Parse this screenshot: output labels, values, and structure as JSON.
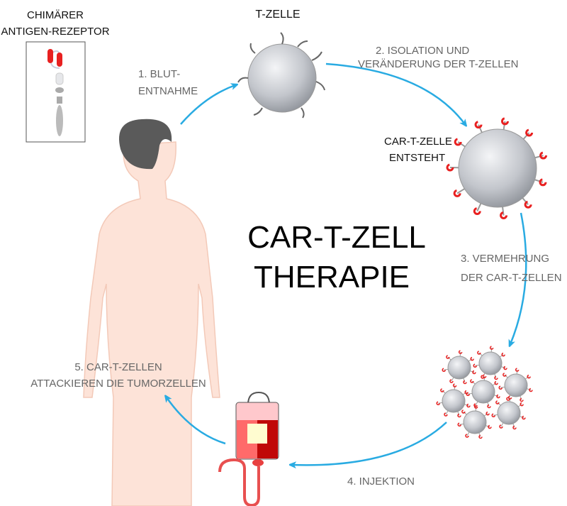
{
  "title": {
    "line1": "CAR-T-ZELL",
    "line2": "THERAPIE"
  },
  "receptor": {
    "line1": "CHIMÄRER",
    "line2": "ANTIGEN-REZEPTOR"
  },
  "tcell": {
    "label": "T-ZELLE"
  },
  "carcell": {
    "line1": "CAR-T-ZELLE",
    "line2": "ENTSTEHT"
  },
  "steps": [
    {
      "line1": "1. BLUT-",
      "line2": "ENTNAHME"
    },
    {
      "line1": "2. ISOLATION UND",
      "line2": "VERÄNDERUNG DER T-ZELLEN"
    },
    {
      "line1": "3. VERMEHRUNG",
      "line2": "DER CAR-T-ZELLEN"
    },
    {
      "line1": "4. INJEKTION"
    },
    {
      "line1": "5. CAR-T-ZELLEN",
      "line2": "ATTACKIEREN DIE TUMORZELLEN"
    }
  ],
  "colors": {
    "arrow": "#29abe2",
    "receptor_red": "#e82020",
    "skin": "#fde3d8",
    "hair": "#5a5a5a",
    "cell": "#c8cad0",
    "blood": "#d01010"
  }
}
